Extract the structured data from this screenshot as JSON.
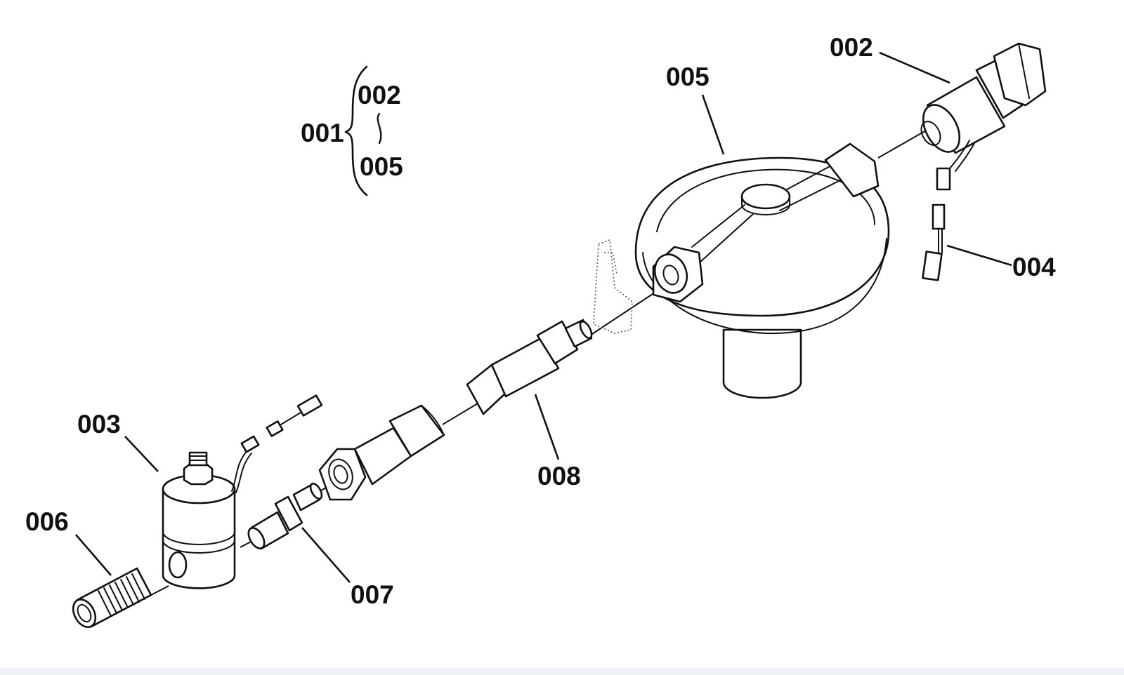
{
  "callouts": {
    "part_001": "001",
    "part_002": "002",
    "part_003": "003",
    "part_004": "004",
    "part_005": "005",
    "part_006": "006",
    "part_007": "007",
    "part_008": "008"
  },
  "assembly_bracket": {
    "parent": "001",
    "first": "002",
    "last": "005"
  }
}
